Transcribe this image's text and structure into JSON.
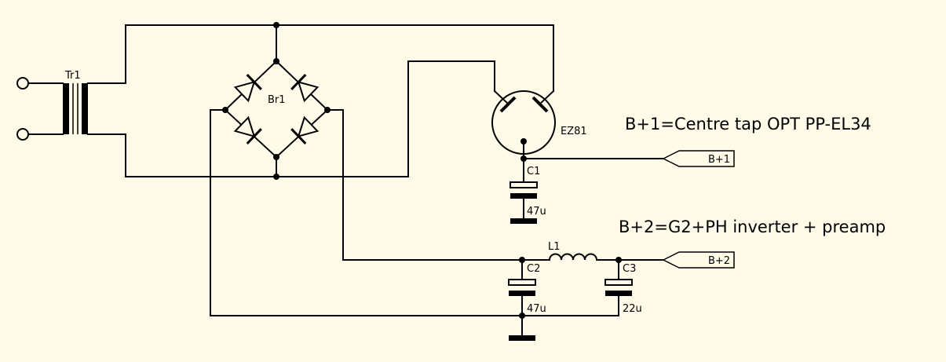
{
  "components": {
    "transformer": "Tr1",
    "bridge": "Br1",
    "tube": "EZ81",
    "c1": {
      "name": "C1",
      "value": "47u"
    },
    "c2": {
      "name": "C2",
      "value": "47u"
    },
    "c3": {
      "name": "C3",
      "value": "22u"
    },
    "inductor": "L1"
  },
  "ports": {
    "b1": "B+1",
    "b2": "B+2"
  },
  "notes": {
    "b1": "B+1=Centre tap OPT PP-EL34",
    "b2": "B+2=G2+PH inverter + preamp"
  }
}
